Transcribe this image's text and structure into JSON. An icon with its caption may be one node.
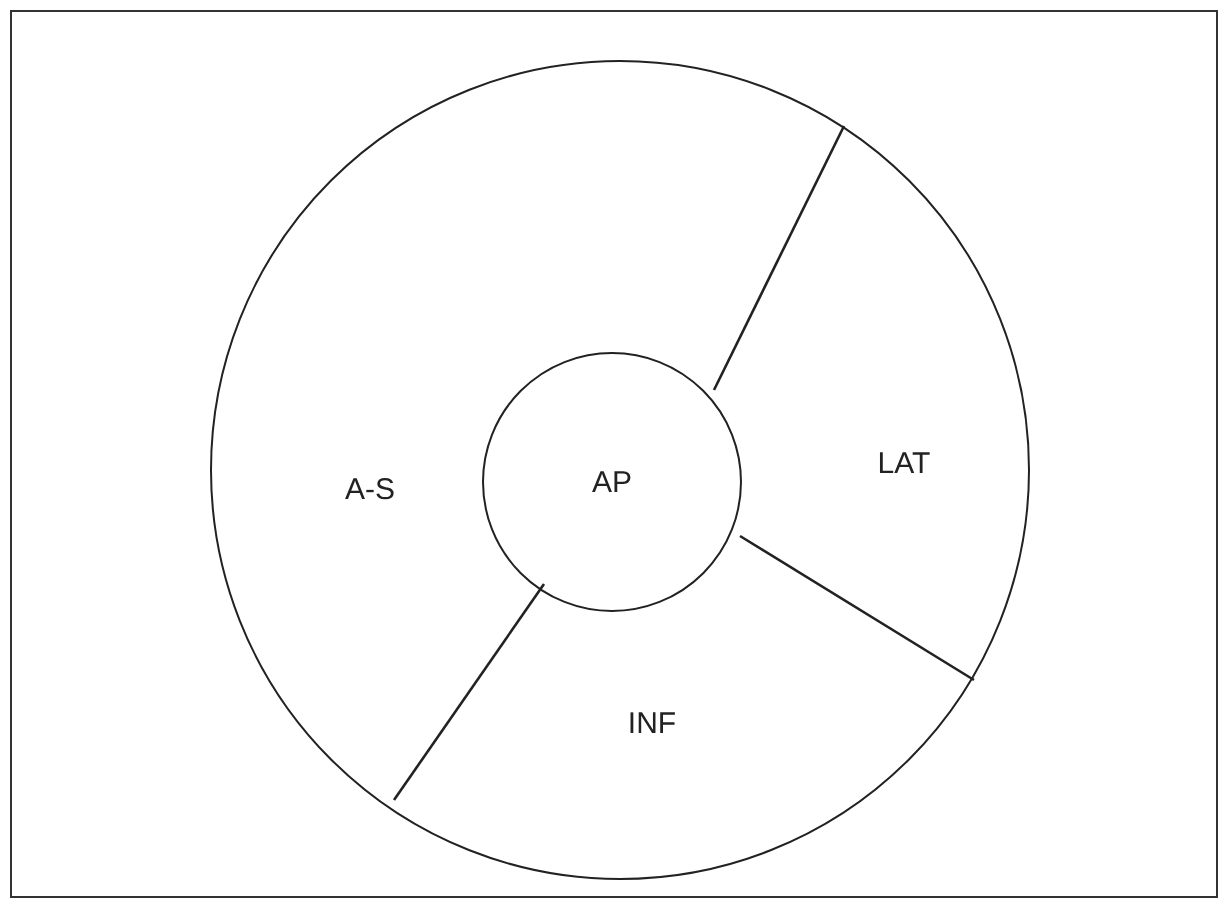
{
  "diagram": {
    "nodes": [
      {
        "text": [],
        "shape": "circle"
      },
      {
        "text": [
          "AP"
        ],
        "in": 0
      }
    ],
    "labels": [
      "A-S",
      "LAT",
      "INF"
    ]
  }
}
